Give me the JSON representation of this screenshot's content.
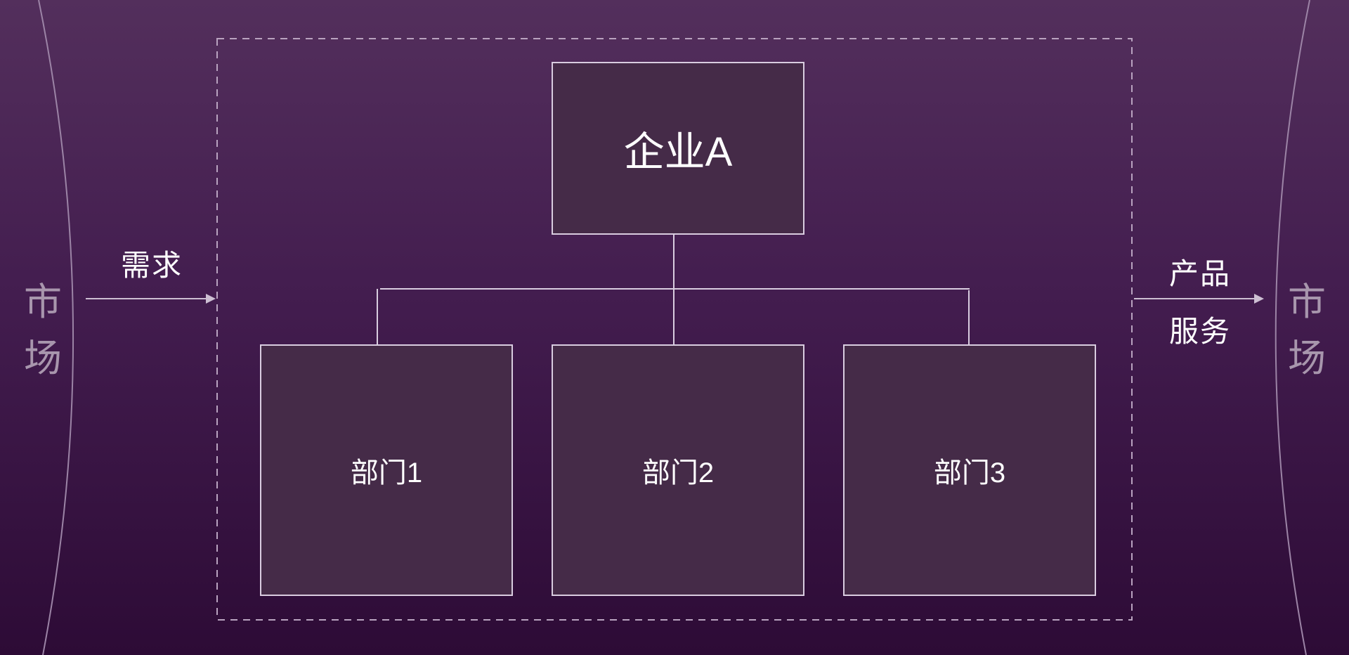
{
  "market_left": {
    "line1": "市",
    "line2": "场"
  },
  "market_right": {
    "line1": "市",
    "line2": "场"
  },
  "input_label": "需求",
  "output_labels": [
    "产品",
    "服务"
  ],
  "enterprise": "企业A",
  "departments": [
    "部门1",
    "部门2",
    "部门3"
  ],
  "colors": {
    "line": "#d9cde0",
    "box": "#452b48",
    "market_text": "#a896ad"
  }
}
